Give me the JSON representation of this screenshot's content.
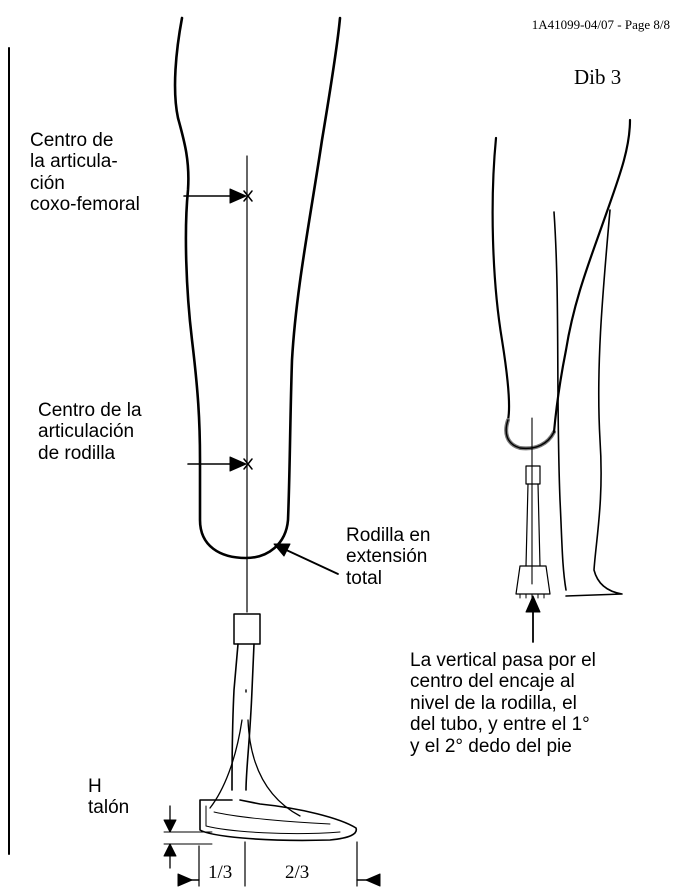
{
  "header": {
    "reference": "1A41099-04/07 - Page 8/8"
  },
  "figure": {
    "label": "Dib 3"
  },
  "labels": {
    "hip_center": "Centro de\nla articula-\nción\ncoxo-femoral",
    "knee_center": "Centro de la\narticulación\nde rodilla",
    "knee_extension": "Rodilla en\nextensión\ntotal",
    "vertical_note": "La vertical pasa por el\ncentro del encaje al\nnivel de la rodilla, el\ndel tubo, y entre el 1°\ny el 2° dedo del pie",
    "heel_height": "H\ntalón"
  },
  "dimensions": {
    "heel_third": "1/3",
    "toe_two_thirds": "2/3"
  }
}
